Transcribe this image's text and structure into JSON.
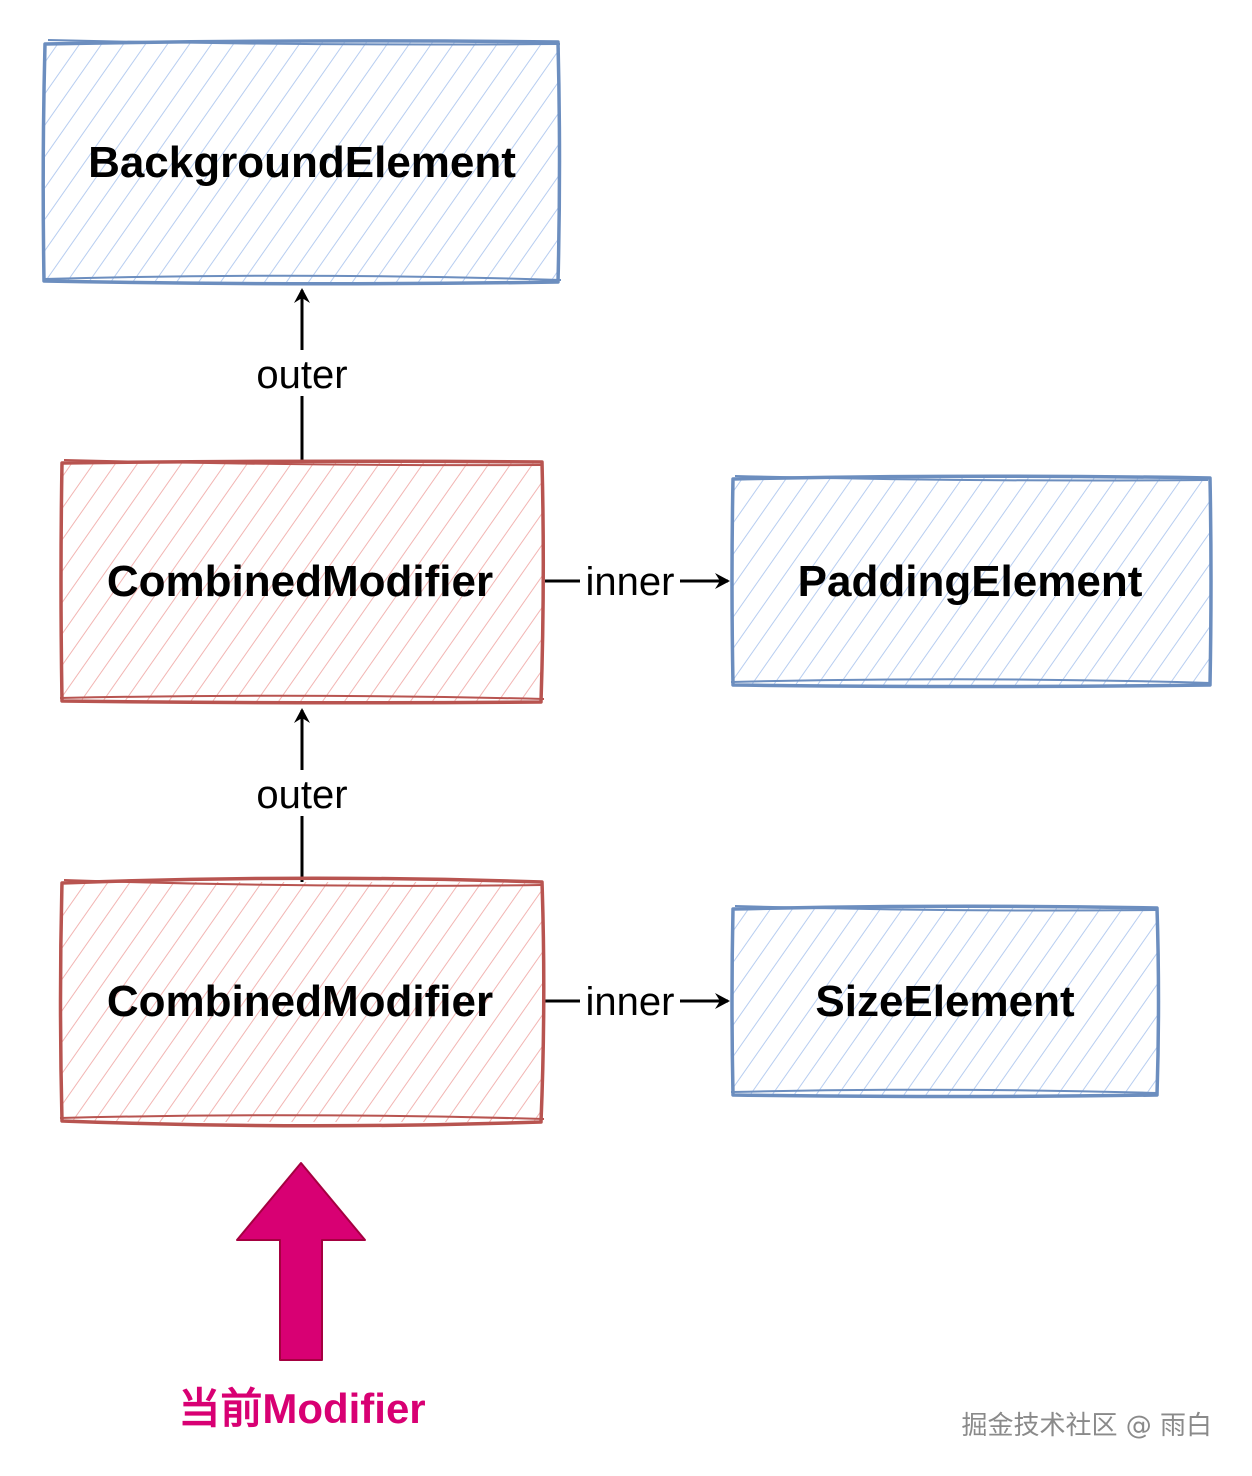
{
  "colors": {
    "element_stroke": "#6c8ebf",
    "element_hatch": "#b7cdf0",
    "modifier_stroke": "#b85450",
    "modifier_hatch": "#f2b5b3",
    "pointer": "#d80073",
    "watermark": "#8a8a8a"
  },
  "nodes": {
    "background": {
      "label": "BackgroundElement",
      "kind": "element"
    },
    "combined_top": {
      "label": "CombinedModifier",
      "kind": "modifier"
    },
    "padding": {
      "label": "PaddingElement",
      "kind": "element"
    },
    "combined_bottom": {
      "label": "CombinedModifier",
      "kind": "modifier"
    },
    "size": {
      "label": "SizeElement",
      "kind": "element"
    }
  },
  "edges": {
    "outer_top": {
      "label": "outer",
      "from": "combined_top",
      "to": "background"
    },
    "inner_top": {
      "label": "inner",
      "from": "combined_top",
      "to": "padding"
    },
    "outer_bottom": {
      "label": "outer",
      "from": "combined_bottom",
      "to": "combined_top"
    },
    "inner_bottom": {
      "label": "inner",
      "from": "combined_bottom",
      "to": "size"
    }
  },
  "pointer": {
    "label": "当前Modifier",
    "icon": "up-arrow-icon",
    "target": "combined_bottom"
  },
  "watermark": "掘金技术社区 @ 雨白"
}
